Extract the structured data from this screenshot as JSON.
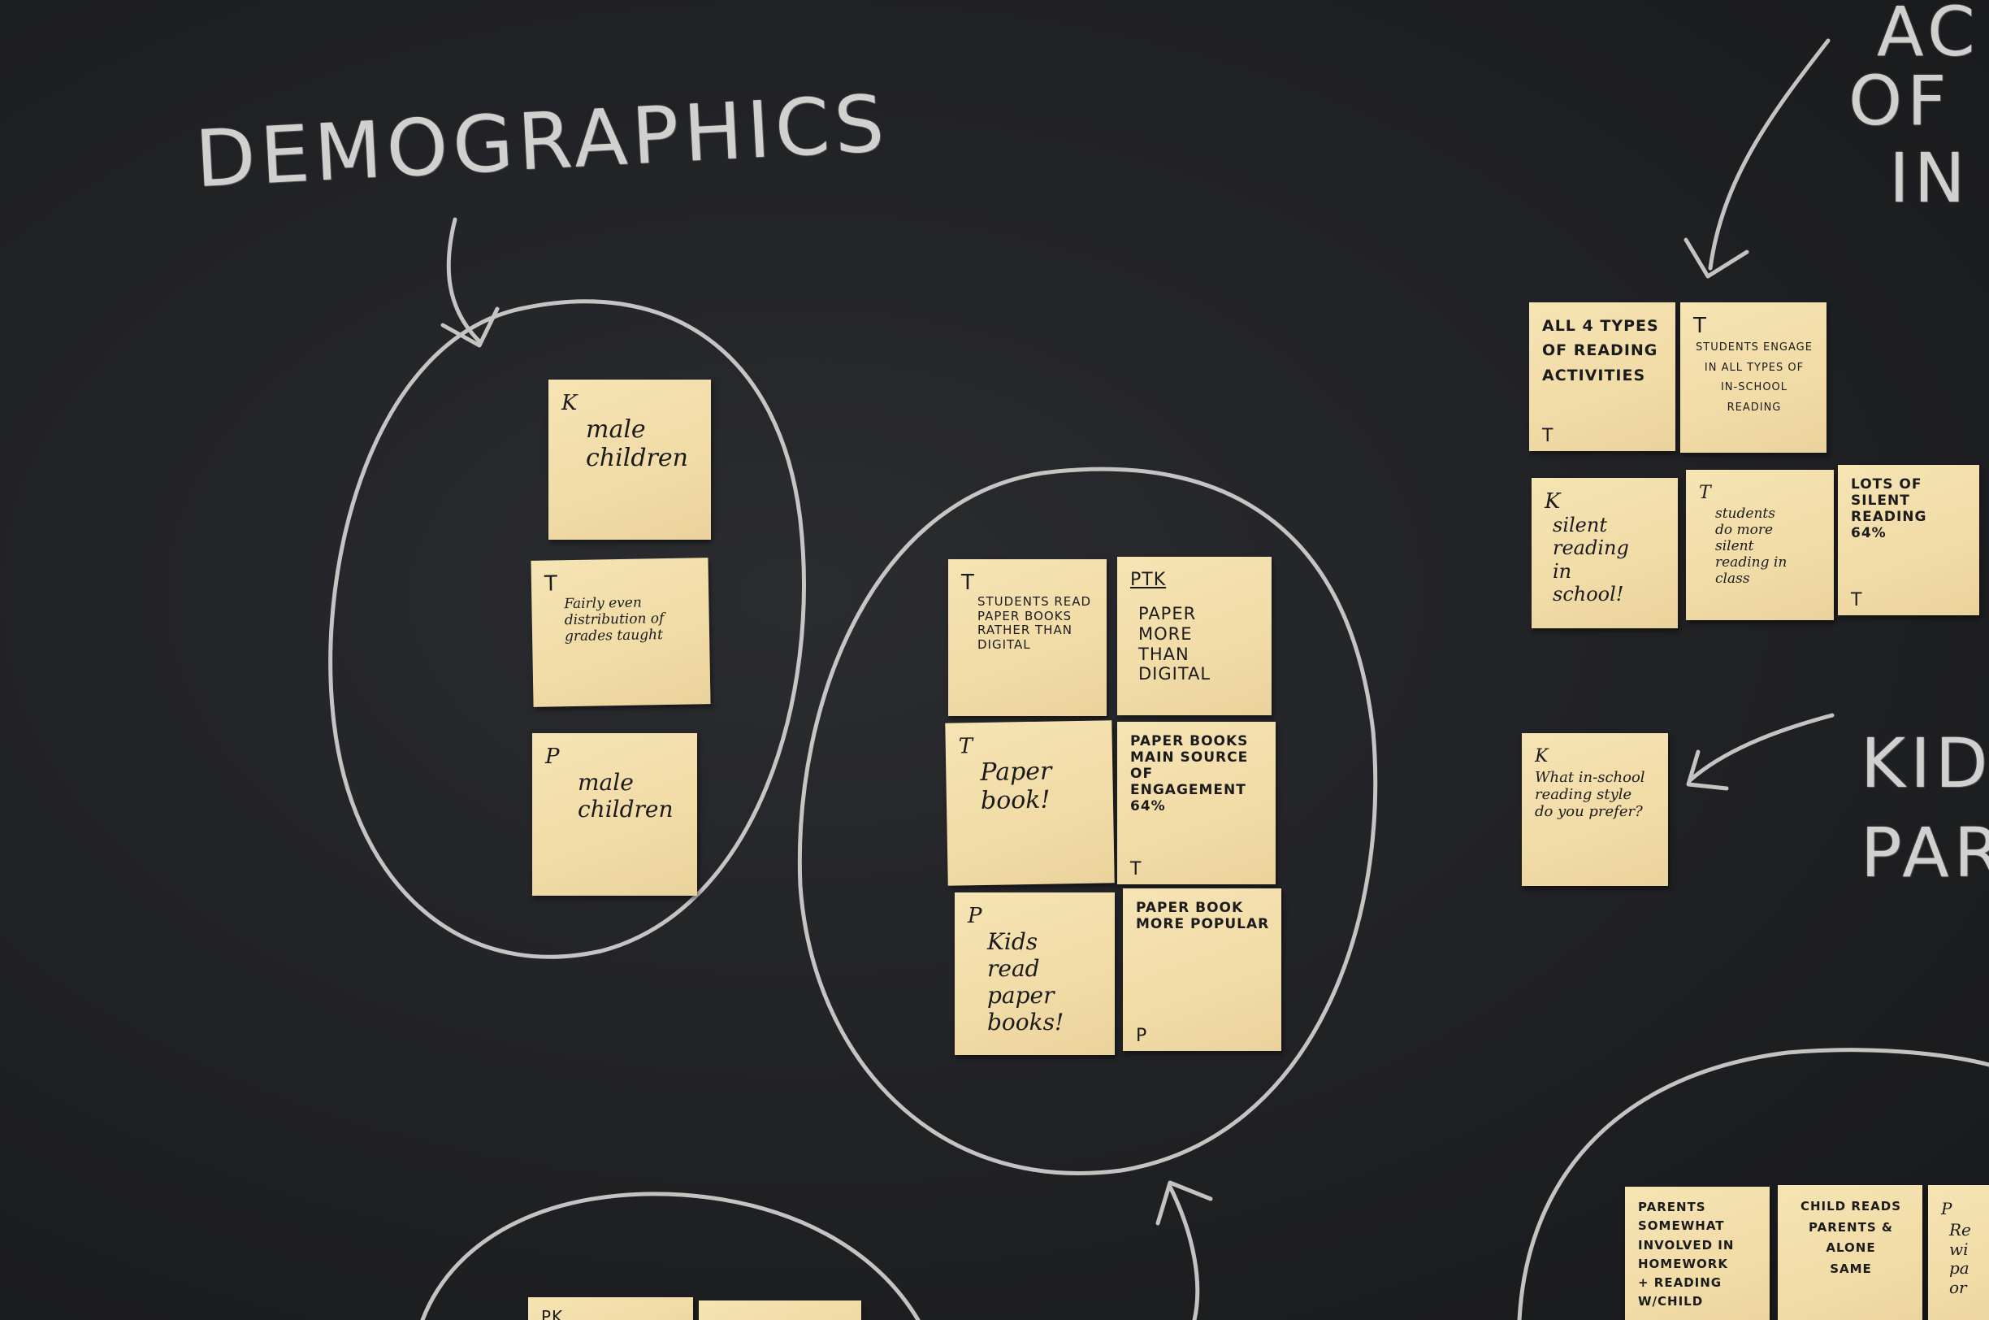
{
  "labels": {
    "demographics": "DEMOGRAPHICS",
    "top_right_1": "AC",
    "top_right_2": "OF",
    "top_right_3": "IN",
    "mid_right_1": "KID",
    "mid_right_2": "PAR"
  },
  "notes": {
    "demo_k": {
      "tag": "K",
      "body": "male\nchildren"
    },
    "demo_t": {
      "tag": "T",
      "body": "Fairly even\ndistribution of\ngrades taught"
    },
    "demo_p": {
      "tag": "P",
      "body": "male\nchildren"
    },
    "book_t1": {
      "tag": "T",
      "body": "STUDENTS READ\nPAPER BOOKS\nRATHER THAN\nDIGITAL"
    },
    "book_ptk": {
      "tag": "PTK",
      "body": "PAPER\nMORE\nTHAN DIGITAL"
    },
    "book_t2": {
      "tag": "T",
      "body": "Paper\nbook!"
    },
    "book_eng": {
      "tag": "",
      "body": "PAPER BOOKS\nMAIN SOURCE\nOF ENGAGEMENT\n64%",
      "foot": "T"
    },
    "book_p": {
      "tag": "P",
      "body": "Kids\nread paper\nbooks!"
    },
    "book_pop": {
      "tag": "",
      "body": "PAPER BOOK\nMORE POPULAR",
      "foot": "P"
    },
    "act_all": {
      "tag": "",
      "body": "ALL 4 TYPES\nOF READING\nACTIVITIES",
      "foot": "T"
    },
    "act_engage": {
      "tag": "T",
      "body": "STUDENTS ENGAGE\nIN ALL TYPES OF\nIN-SCHOOL\nREADING"
    },
    "act_k": {
      "tag": "K",
      "body": "silent\nreading\nin\nschool!"
    },
    "act_t": {
      "tag": "T",
      "body": "students\ndo more\nsilent\nreading in\nclass"
    },
    "act_lots": {
      "tag": "",
      "body": "LOTS OF\nSILENT\nREADING\n64%",
      "foot": "T"
    },
    "kids_k": {
      "tag": "K",
      "body": "What in-school\nreading style\ndo you prefer?"
    },
    "bottom_pk": {
      "tag": "PK",
      "body": ""
    },
    "bottom_mid": {
      "tag": "",
      "body": ""
    },
    "par_1": {
      "tag": "",
      "body": "PARENTS\nSOMEWHAT\nINVOLVED IN\nHOMEWORK\n+ READING\nW/CHILD"
    },
    "par_2": {
      "tag": "",
      "body": "CHILD READS\nPARENTS &\nALONE\nSAME"
    },
    "par_3": {
      "tag": "P",
      "body": "Re\nwi\npa\nor"
    }
  }
}
